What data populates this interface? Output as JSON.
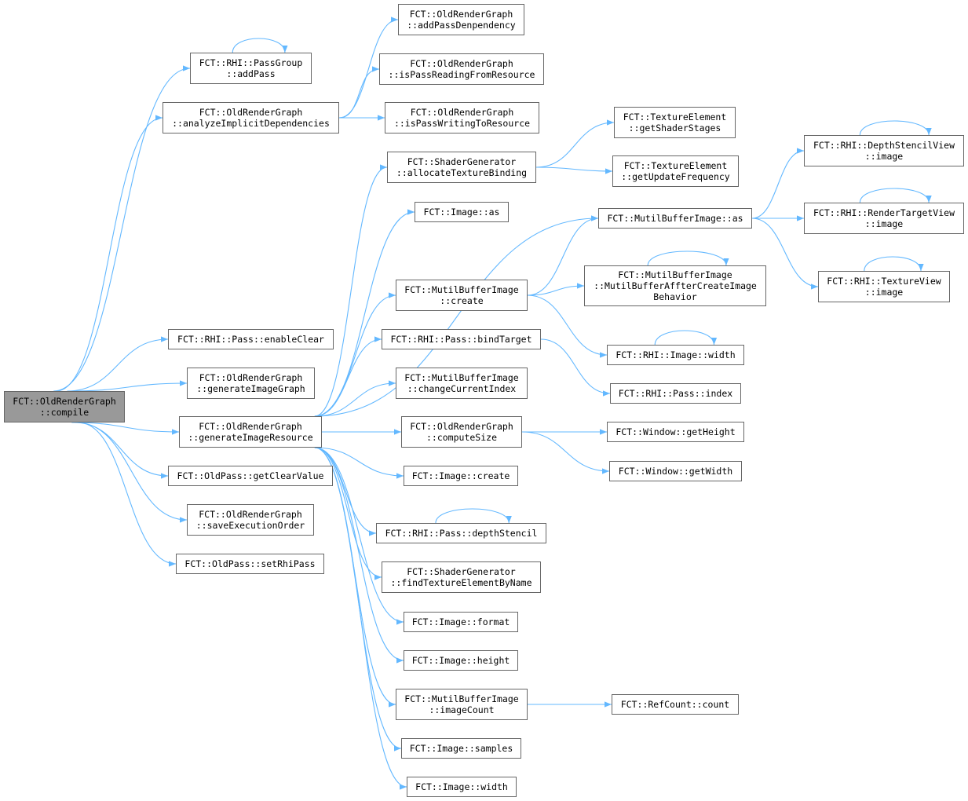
{
  "colors": {
    "edge": "#63B8FF",
    "node_border": "#666666",
    "root_fill": "#999999"
  },
  "nodes": [
    {
      "id": "compile",
      "lines": [
        "FCT::OldRenderGraph",
        "::compile"
      ],
      "root": true
    },
    {
      "id": "passgroup_addpass",
      "lines": [
        "FCT::RHI::PassGroup",
        "::addPass"
      ]
    },
    {
      "id": "analyze",
      "lines": [
        "FCT::OldRenderGraph",
        "::analyzeImplicitDependencies"
      ]
    },
    {
      "id": "addpassdep",
      "lines": [
        "FCT::OldRenderGraph",
        "::addPassDenpendency"
      ]
    },
    {
      "id": "isreading",
      "lines": [
        "FCT::OldRenderGraph",
        "::isPassReadingFromResource"
      ]
    },
    {
      "id": "iswriting",
      "lines": [
        "FCT::OldRenderGraph",
        "::isPassWritingToResource"
      ]
    },
    {
      "id": "enableclear",
      "lines": [
        "FCT::RHI::Pass::enableClear"
      ]
    },
    {
      "id": "genimagegraph",
      "lines": [
        "FCT::OldRenderGraph",
        "::generateImageGraph"
      ]
    },
    {
      "id": "genimageres",
      "lines": [
        "FCT::OldRenderGraph",
        "::generateImageResource"
      ]
    },
    {
      "id": "getclearvalue",
      "lines": [
        "FCT::OldPass::getClearValue"
      ]
    },
    {
      "id": "saveexec",
      "lines": [
        "FCT::OldRenderGraph",
        "::saveExecutionOrder"
      ]
    },
    {
      "id": "setrhipass",
      "lines": [
        "FCT::OldPass::setRhiPass"
      ]
    },
    {
      "id": "alloctex",
      "lines": [
        "FCT::ShaderGenerator",
        "::allocateTextureBinding"
      ]
    },
    {
      "id": "image_as",
      "lines": [
        "FCT::Image::as"
      ]
    },
    {
      "id": "mbi_create",
      "lines": [
        "FCT::MutilBufferImage",
        "::create"
      ]
    },
    {
      "id": "bindtarget",
      "lines": [
        "FCT::RHI::Pass::bindTarget"
      ]
    },
    {
      "id": "changeindex",
      "lines": [
        "FCT::MutilBufferImage",
        "::changeCurrentIndex"
      ]
    },
    {
      "id": "computesize",
      "lines": [
        "FCT::OldRenderGraph",
        "::computeSize"
      ]
    },
    {
      "id": "image_create",
      "lines": [
        "FCT::Image::create"
      ]
    },
    {
      "id": "depthstencil",
      "lines": [
        "FCT::RHI::Pass::depthStencil"
      ]
    },
    {
      "id": "findtex",
      "lines": [
        "FCT::ShaderGenerator",
        "::findTextureElementByName"
      ]
    },
    {
      "id": "image_format",
      "lines": [
        "FCT::Image::format"
      ]
    },
    {
      "id": "image_height",
      "lines": [
        "FCT::Image::height"
      ]
    },
    {
      "id": "imagecount",
      "lines": [
        "FCT::MutilBufferImage",
        "::imageCount"
      ]
    },
    {
      "id": "image_samples",
      "lines": [
        "FCT::Image::samples"
      ]
    },
    {
      "id": "image_width",
      "lines": [
        "FCT::Image::width"
      ]
    },
    {
      "id": "getshaderstages",
      "lines": [
        "FCT::TextureElement",
        "::getShaderStages"
      ]
    },
    {
      "id": "getupdatefreq",
      "lines": [
        "FCT::TextureElement",
        "::getUpdateFrequency"
      ]
    },
    {
      "id": "mbi_as",
      "lines": [
        "FCT::MutilBufferImage::as"
      ]
    },
    {
      "id": "mbi_behavior",
      "lines": [
        "FCT::MutilBufferImage",
        "::MutilBufferAffterCreateImage",
        "Behavior"
      ]
    },
    {
      "id": "rhi_image_width",
      "lines": [
        "FCT::RHI::Image::width"
      ]
    },
    {
      "id": "pass_index",
      "lines": [
        "FCT::RHI::Pass::index"
      ]
    },
    {
      "id": "getheight",
      "lines": [
        "FCT::Window::getHeight"
      ]
    },
    {
      "id": "getwidth",
      "lines": [
        "FCT::Window::getWidth"
      ]
    },
    {
      "id": "refcount",
      "lines": [
        "FCT::RefCount::count"
      ]
    },
    {
      "id": "dsv_image",
      "lines": [
        "FCT::RHI::DepthStencilView",
        "::image"
      ]
    },
    {
      "id": "rtv_image",
      "lines": [
        "FCT::RHI::RenderTargetView",
        "::image"
      ]
    },
    {
      "id": "tv_image",
      "lines": [
        "FCT::RHI::TextureView",
        "::image"
      ]
    }
  ],
  "edges": [
    [
      "compile",
      "passgroup_addpass"
    ],
    [
      "compile",
      "analyze"
    ],
    [
      "compile",
      "enableclear"
    ],
    [
      "compile",
      "genimagegraph"
    ],
    [
      "compile",
      "genimageres"
    ],
    [
      "compile",
      "getclearvalue"
    ],
    [
      "compile",
      "saveexec"
    ],
    [
      "compile",
      "setrhipass"
    ],
    [
      "passgroup_addpass",
      "passgroup_addpass"
    ],
    [
      "analyze",
      "addpassdep"
    ],
    [
      "analyze",
      "isreading"
    ],
    [
      "analyze",
      "iswriting"
    ],
    [
      "genimageres",
      "alloctex"
    ],
    [
      "genimageres",
      "image_as"
    ],
    [
      "genimageres",
      "mbi_as"
    ],
    [
      "genimageres",
      "mbi_create"
    ],
    [
      "genimageres",
      "bindtarget"
    ],
    [
      "genimageres",
      "changeindex"
    ],
    [
      "genimageres",
      "computesize"
    ],
    [
      "genimageres",
      "image_create"
    ],
    [
      "genimageres",
      "depthstencil"
    ],
    [
      "genimageres",
      "findtex"
    ],
    [
      "genimageres",
      "image_format"
    ],
    [
      "genimageres",
      "image_height"
    ],
    [
      "genimageres",
      "imagecount"
    ],
    [
      "genimageres",
      "image_samples"
    ],
    [
      "genimageres",
      "image_width"
    ],
    [
      "alloctex",
      "getshaderstages"
    ],
    [
      "alloctex",
      "getupdatefreq"
    ],
    [
      "mbi_create",
      "mbi_as"
    ],
    [
      "mbi_create",
      "mbi_behavior"
    ],
    [
      "mbi_create",
      "rhi_image_width"
    ],
    [
      "bindtarget",
      "pass_index"
    ],
    [
      "computesize",
      "getheight"
    ],
    [
      "computesize",
      "getwidth"
    ],
    [
      "depthstencil",
      "depthstencil"
    ],
    [
      "imagecount",
      "refcount"
    ],
    [
      "mbi_as",
      "dsv_image"
    ],
    [
      "mbi_as",
      "rtv_image"
    ],
    [
      "mbi_as",
      "tv_image"
    ],
    [
      "mbi_behavior",
      "mbi_behavior"
    ],
    [
      "rhi_image_width",
      "rhi_image_width"
    ],
    [
      "dsv_image",
      "dsv_image"
    ],
    [
      "rtv_image",
      "rtv_image"
    ],
    [
      "tv_image",
      "tv_image"
    ]
  ]
}
